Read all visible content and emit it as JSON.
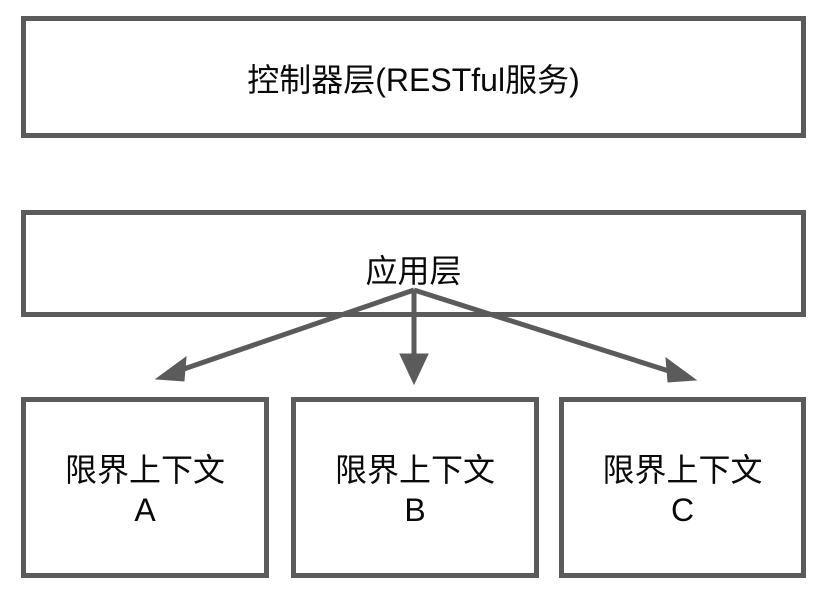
{
  "diagram": {
    "title_text": "控制器层(RESTful服务)",
    "background_color": "#ffffff",
    "border_color": "#5b5b5b",
    "text_color": "#0a0a0a",
    "arrow_color": "#5b5b5b",
    "layers": [
      {
        "id": "controller-layer",
        "label": "控制器层(RESTful服务)"
      },
      {
        "id": "application-layer",
        "label": "应用层"
      }
    ],
    "contexts": [
      {
        "id": "context-a",
        "label": "限界上下文\nA"
      },
      {
        "id": "context-b",
        "label": "限界上下文\nB"
      },
      {
        "id": "context-c",
        "label": "限界上下文\nC"
      }
    ],
    "connectors": [
      {
        "id": "arrow-left",
        "from": "application-layer",
        "to": "context-a",
        "direction": "down-left"
      },
      {
        "id": "arrow-middle",
        "from": "application-layer",
        "to": "context-b",
        "direction": "down"
      },
      {
        "id": "arrow-right",
        "from": "application-layer",
        "to": "context-c",
        "direction": "down-right"
      }
    ]
  }
}
